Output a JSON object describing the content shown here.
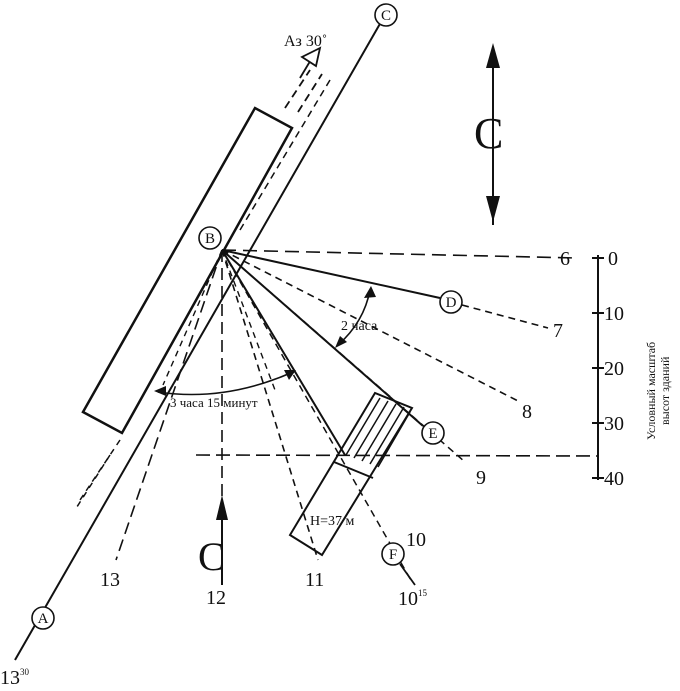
{
  "points": {
    "A": "A",
    "B": "B",
    "C": "C",
    "D": "D",
    "E": "E",
    "F": "F"
  },
  "azimuth_label": "Аз 30˚",
  "north_letter": "С",
  "hour_labels": {
    "h6": "6",
    "h7": "7",
    "h8": "8",
    "h9": "9",
    "h10": "10",
    "h11": "11",
    "h12": "12",
    "h13": "13"
  },
  "time_bottom_left": "13",
  "time_bottom_left_sup": "30",
  "time_bottom_right": "10",
  "time_bottom_right_sup": "15",
  "angle_label_2h": "2 часа",
  "angle_label_3h": "3 часа 15 минут",
  "height_label": "H=37 м",
  "scale": {
    "title_line1": "Условный масштаб",
    "title_line2": "высот зданий",
    "ticks": [
      "0",
      "10",
      "20",
      "30",
      "40"
    ]
  },
  "colors": {
    "ink": "#111111",
    "background": "#ffffff"
  }
}
